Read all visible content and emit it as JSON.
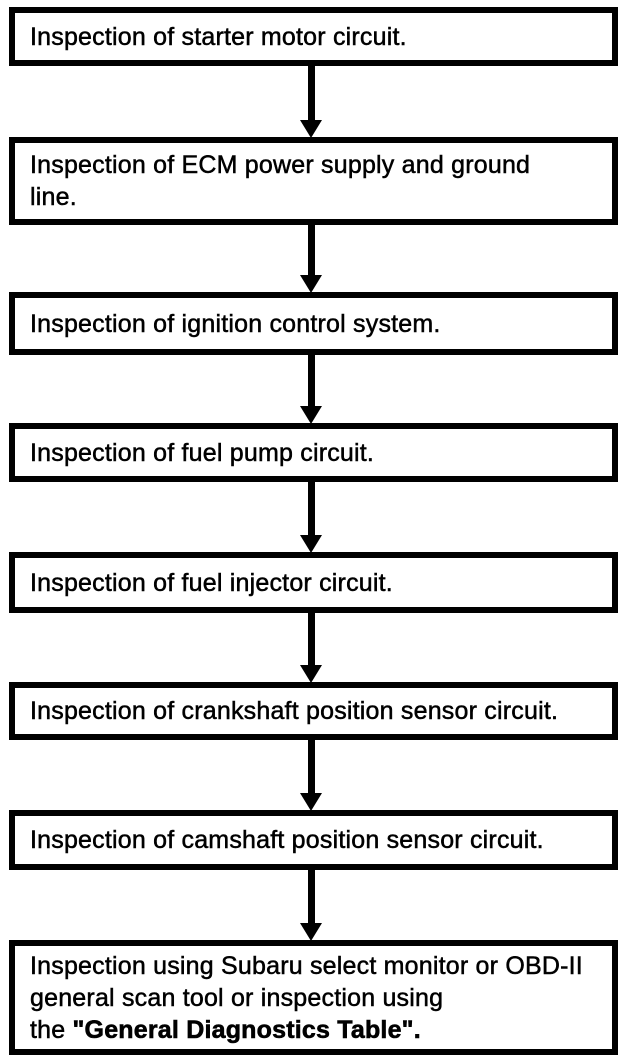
{
  "flowchart": {
    "colors": {
      "ink": "#000000",
      "paper": "#ffffff"
    },
    "steps": [
      {
        "line1": "Inspection of starter motor circuit."
      },
      {
        "line1": "Inspection of ECM power supply and ground",
        "line2": "line."
      },
      {
        "line1": "Inspection of ignition control system."
      },
      {
        "line1": "Inspection of fuel pump circuit."
      },
      {
        "line1": "Inspection of fuel injector circuit."
      },
      {
        "line1": "Inspection of crankshaft position sensor circuit."
      },
      {
        "line1": "Inspection of camshaft position sensor circuit."
      },
      {
        "line1": "Inspection using Subaru select monitor or OBD-II",
        "line2": "general scan tool or inspection using",
        "line3_regular": "the ",
        "line3_bold": "\"General Diagnostics Table\"."
      }
    ]
  }
}
